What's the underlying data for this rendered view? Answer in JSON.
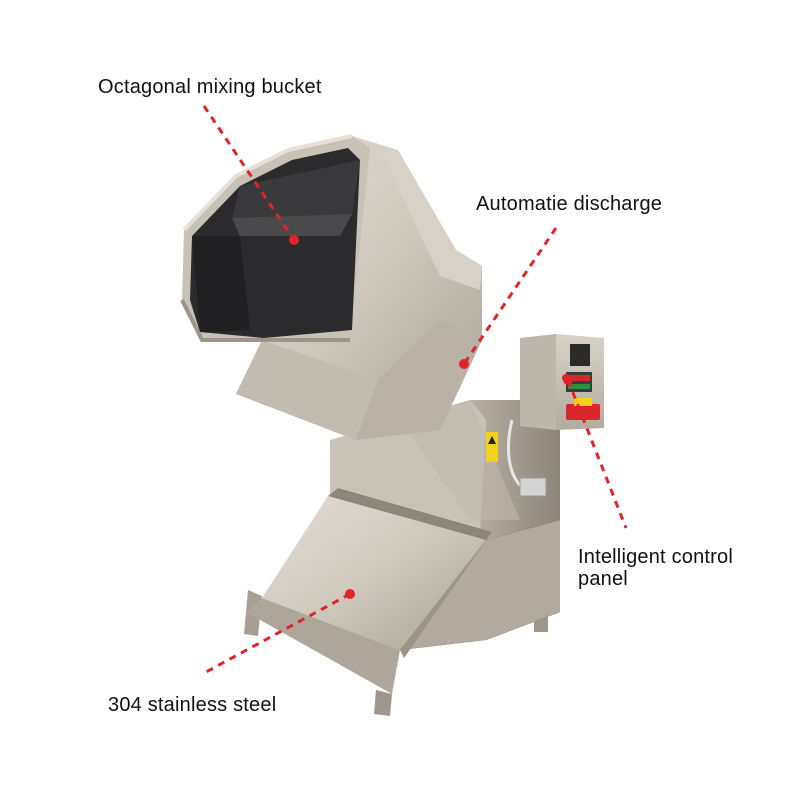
{
  "callouts": {
    "bucket": "Octagonal mixing bucket",
    "discharge": "Automatie discharge",
    "panel_line1": "Intelligent control",
    "panel_line2": "panel",
    "steel": "304 stainless steel"
  },
  "colors": {
    "callout_line": "#e0242a",
    "steel_light": "#d9d3ca",
    "steel_mid": "#bcb5aa",
    "steel_dark": "#8f877b",
    "bucket_interior": "#2a2a2c",
    "warning_label": "#f2d21a",
    "switch_red": "#d8262b"
  }
}
